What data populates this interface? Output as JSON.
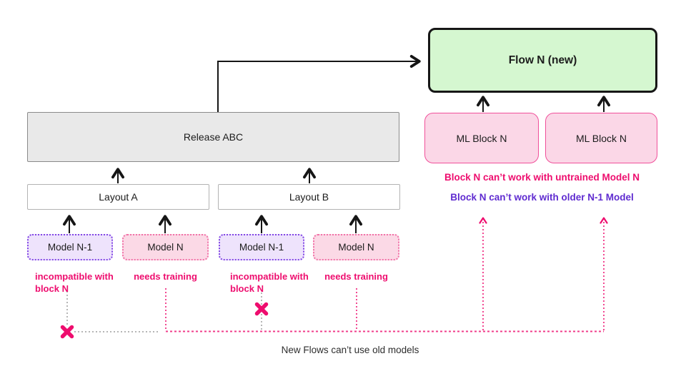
{
  "colors": {
    "accent_pink": "#ee0d6e",
    "accent_purple": "#5f2bd0",
    "green_fill": "#d5f7d0",
    "pink_fill": "#fbd7e7",
    "pink_border": "#f0509a",
    "pink_soft": "#fbd9e6",
    "pink_dotted": "#f173a8",
    "purple_fill": "#eee3fc",
    "purple_border": "#8247e5",
    "gray_fill": "#e9e9e9",
    "gray_border": "#8a8a8a",
    "light_border": "#b3b3b3",
    "gray_dotted": "#9e9e9e"
  },
  "nodes": {
    "flow": {
      "label": "Flow N (new)"
    },
    "release": {
      "label": "Release ABC"
    },
    "layout_a": {
      "label": "Layout A"
    },
    "layout_b": {
      "label": "Layout B"
    },
    "model_n1_a": {
      "label": "Model N-1"
    },
    "model_n_a": {
      "label": "Model N"
    },
    "model_n1_b": {
      "label": "Model N-1"
    },
    "model_n_b": {
      "label": "Model N"
    },
    "ml_block_1": {
      "label": "ML Block N"
    },
    "ml_block_2": {
      "label": "ML Block N"
    }
  },
  "notes": {
    "incompatible_a": "incompatible with block N",
    "needs_training_a": "needs training",
    "incompatible_b": "incompatible with block N",
    "needs_training_b": "needs training",
    "block_untrained": "Block N can’t work with untrained Model N",
    "block_older": "Block N can’t work with older N-1 Model",
    "bottom_caption": "New Flows can’t use old models"
  }
}
